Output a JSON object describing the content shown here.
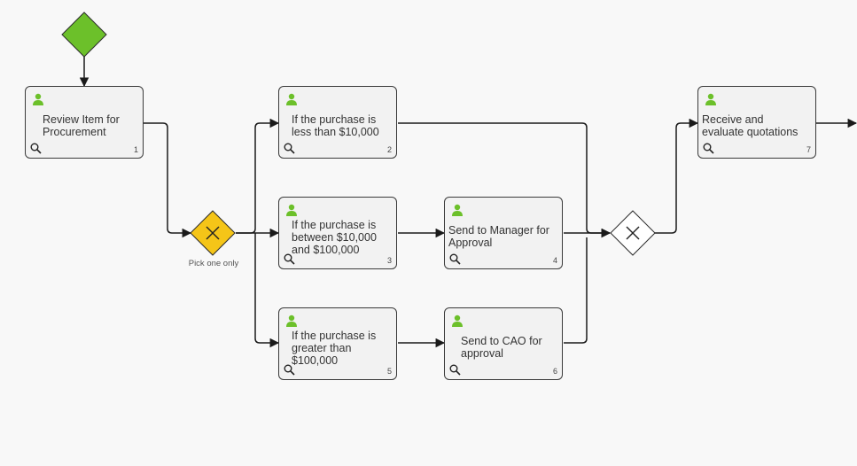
{
  "start_event": {
    "color": "#6cc02a"
  },
  "gateway_split": {
    "caption": "Pick one only",
    "color": "#f5c518"
  },
  "gateway_merge": {
    "color": "#ffffff"
  },
  "tasks": [
    {
      "label": "Review Item for\nProcurement",
      "number": "1"
    },
    {
      "label": "If the purchase is\nless than $10,000",
      "number": "2"
    },
    {
      "label": "If the purchase is\nbetween $10,000\nand $100,000",
      "number": "3"
    },
    {
      "label": "Send to Manager for\nApproval",
      "number": "4"
    },
    {
      "label": "If the purchase is\ngreater than\n$100,000",
      "number": "5"
    },
    {
      "label": "Send to CAO for\napproval",
      "number": "6"
    },
    {
      "label": "Receive and\nevaluate quotations",
      "number": "7"
    }
  ],
  "colors": {
    "user_icon": "#6cc02a",
    "line": "#1a1a1a"
  },
  "icons": {
    "task_type": "user-icon",
    "task_action": "magnifier-icon",
    "gateway": "x-mark-icon"
  }
}
